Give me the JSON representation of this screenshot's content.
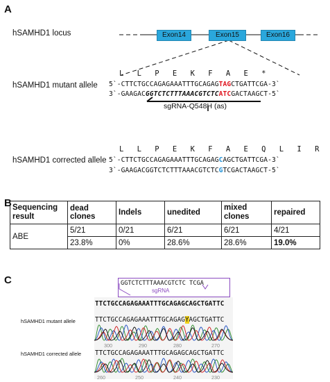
{
  "panel_a": {
    "letter": "A",
    "locus_label": "hSAMHD1 locus",
    "exons": [
      "Exon14",
      "Exon15",
      "Exon16"
    ],
    "mutant_label": "hSAMHD1 mutant allele",
    "mutant_aa": "L L P E K F A E *",
    "mutant_top_prefix": "5`-CTTCTGCCAGAGAAATTTGCAGAG",
    "mutant_top_hl": "TAG",
    "mutant_top_suffix": "CTGATTCGA-3`",
    "mutant_bot_prefix": "3`-GAAGAC",
    "mutant_bot_italic": "GGTCTCTTTAAACGTCTC",
    "mutant_bot_hl": "ATC",
    "mutant_bot_suffix": "GACTAAGCT-5`",
    "sgrna_label": "sgRNA-Q548H (as)",
    "corrected_label": "hSAMHD1 corrected allele",
    "corrected_aa": "L L P E K F A E Q L I R",
    "corrected_top_prefix": "5`-CTTCTGCCAGAGAAATTTGCAGAG",
    "corrected_top_hl": "C",
    "corrected_top_suffix": "AGCTGATTCGA-3`",
    "corrected_bot_prefix": "3`-GAAGACGGTCTCTTTAAACGTCTC",
    "corrected_bot_hl": "G",
    "corrected_bot_suffix": "TCGACTAAGCT-5`"
  },
  "panel_b": {
    "letter": "B",
    "headers": [
      "Sequencing result",
      "dead clones",
      "Indels",
      "unedited",
      "mixed clones",
      "repaired"
    ],
    "row_label": "ABE",
    "counts": [
      "5/21",
      "0/21",
      "6/21",
      "6/21",
      "4/21"
    ],
    "percents": [
      "23.8%",
      "0%",
      "28.6%",
      "28.6%",
      "19.0%"
    ]
  },
  "panel_c": {
    "letter": "C",
    "sgrna_box_seq": "GGTCTCTTTAAACGTCTC",
    "sgrna_box_tail": "TCGA",
    "sgrna_word": "sgRNA",
    "ref_seq": "TTCTGCCAGAGAAATTTGCAGAGCAGCTGATTC",
    "mutant_label": "hSAMHD1 mutant allele",
    "mutant_seq_prefix": "TTCTGCCAGAGAAATTTGCAGAG",
    "mutant_seq_hl": "Y",
    "mutant_seq_suffix": "AGCTGATTC",
    "mutant_ticks": [
      "300",
      "290",
      "280",
      "270"
    ],
    "corrected_label": "hSAMHD1 corrected allele",
    "corrected_seq": "TTCTGCCAGAGAAATTTGCAGAGCAGCTGATTC",
    "corrected_ticks": [
      "260",
      "250",
      "240",
      "230"
    ]
  }
}
